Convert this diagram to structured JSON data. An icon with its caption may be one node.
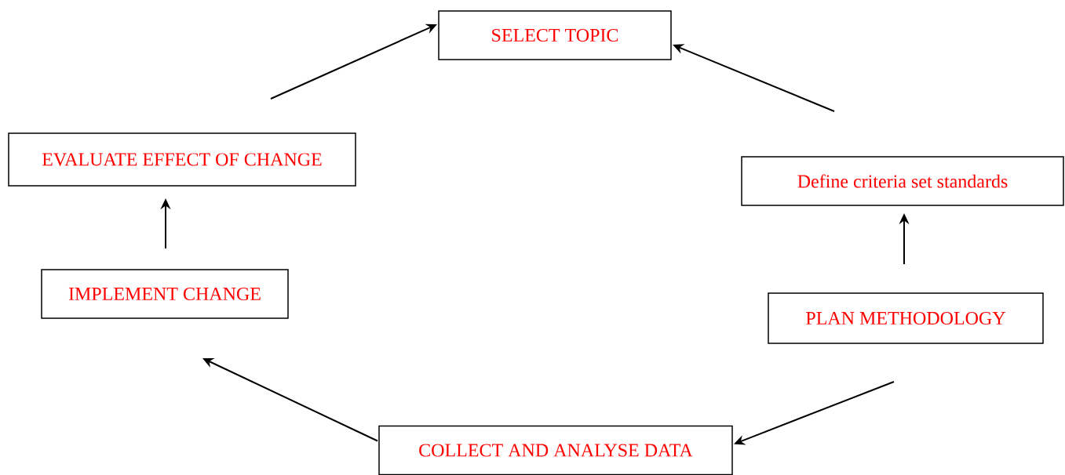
{
  "diagram": {
    "nodes": [
      {
        "text": [
          "SELECT TOPIC"
        ]
      },
      {
        "text": [
          "Define criteria set standards"
        ]
      },
      {
        "text": [
          "PLAN METHODOLOGY"
        ]
      },
      {
        "text": [
          "COLLECT AND ANALYSE DATA"
        ]
      },
      {
        "text": [
          "IMPLEMENT CHANGE"
        ]
      },
      {
        "text": [
          "EVALUATE EFFECT OF CHANGE"
        ]
      }
    ],
    "edges": [
      {
        "from": 1,
        "to": 0,
        "arrow": "to"
      },
      {
        "from": 2,
        "to": 1,
        "arrow": "to"
      },
      {
        "from": 2,
        "to": 3,
        "arrow": "to"
      },
      {
        "from": 3,
        "to": 4,
        "arrow": "to"
      },
      {
        "from": 4,
        "to": 5,
        "arrow": "to"
      },
      {
        "from": 5,
        "to": 0,
        "arrow": "to"
      }
    ]
  }
}
